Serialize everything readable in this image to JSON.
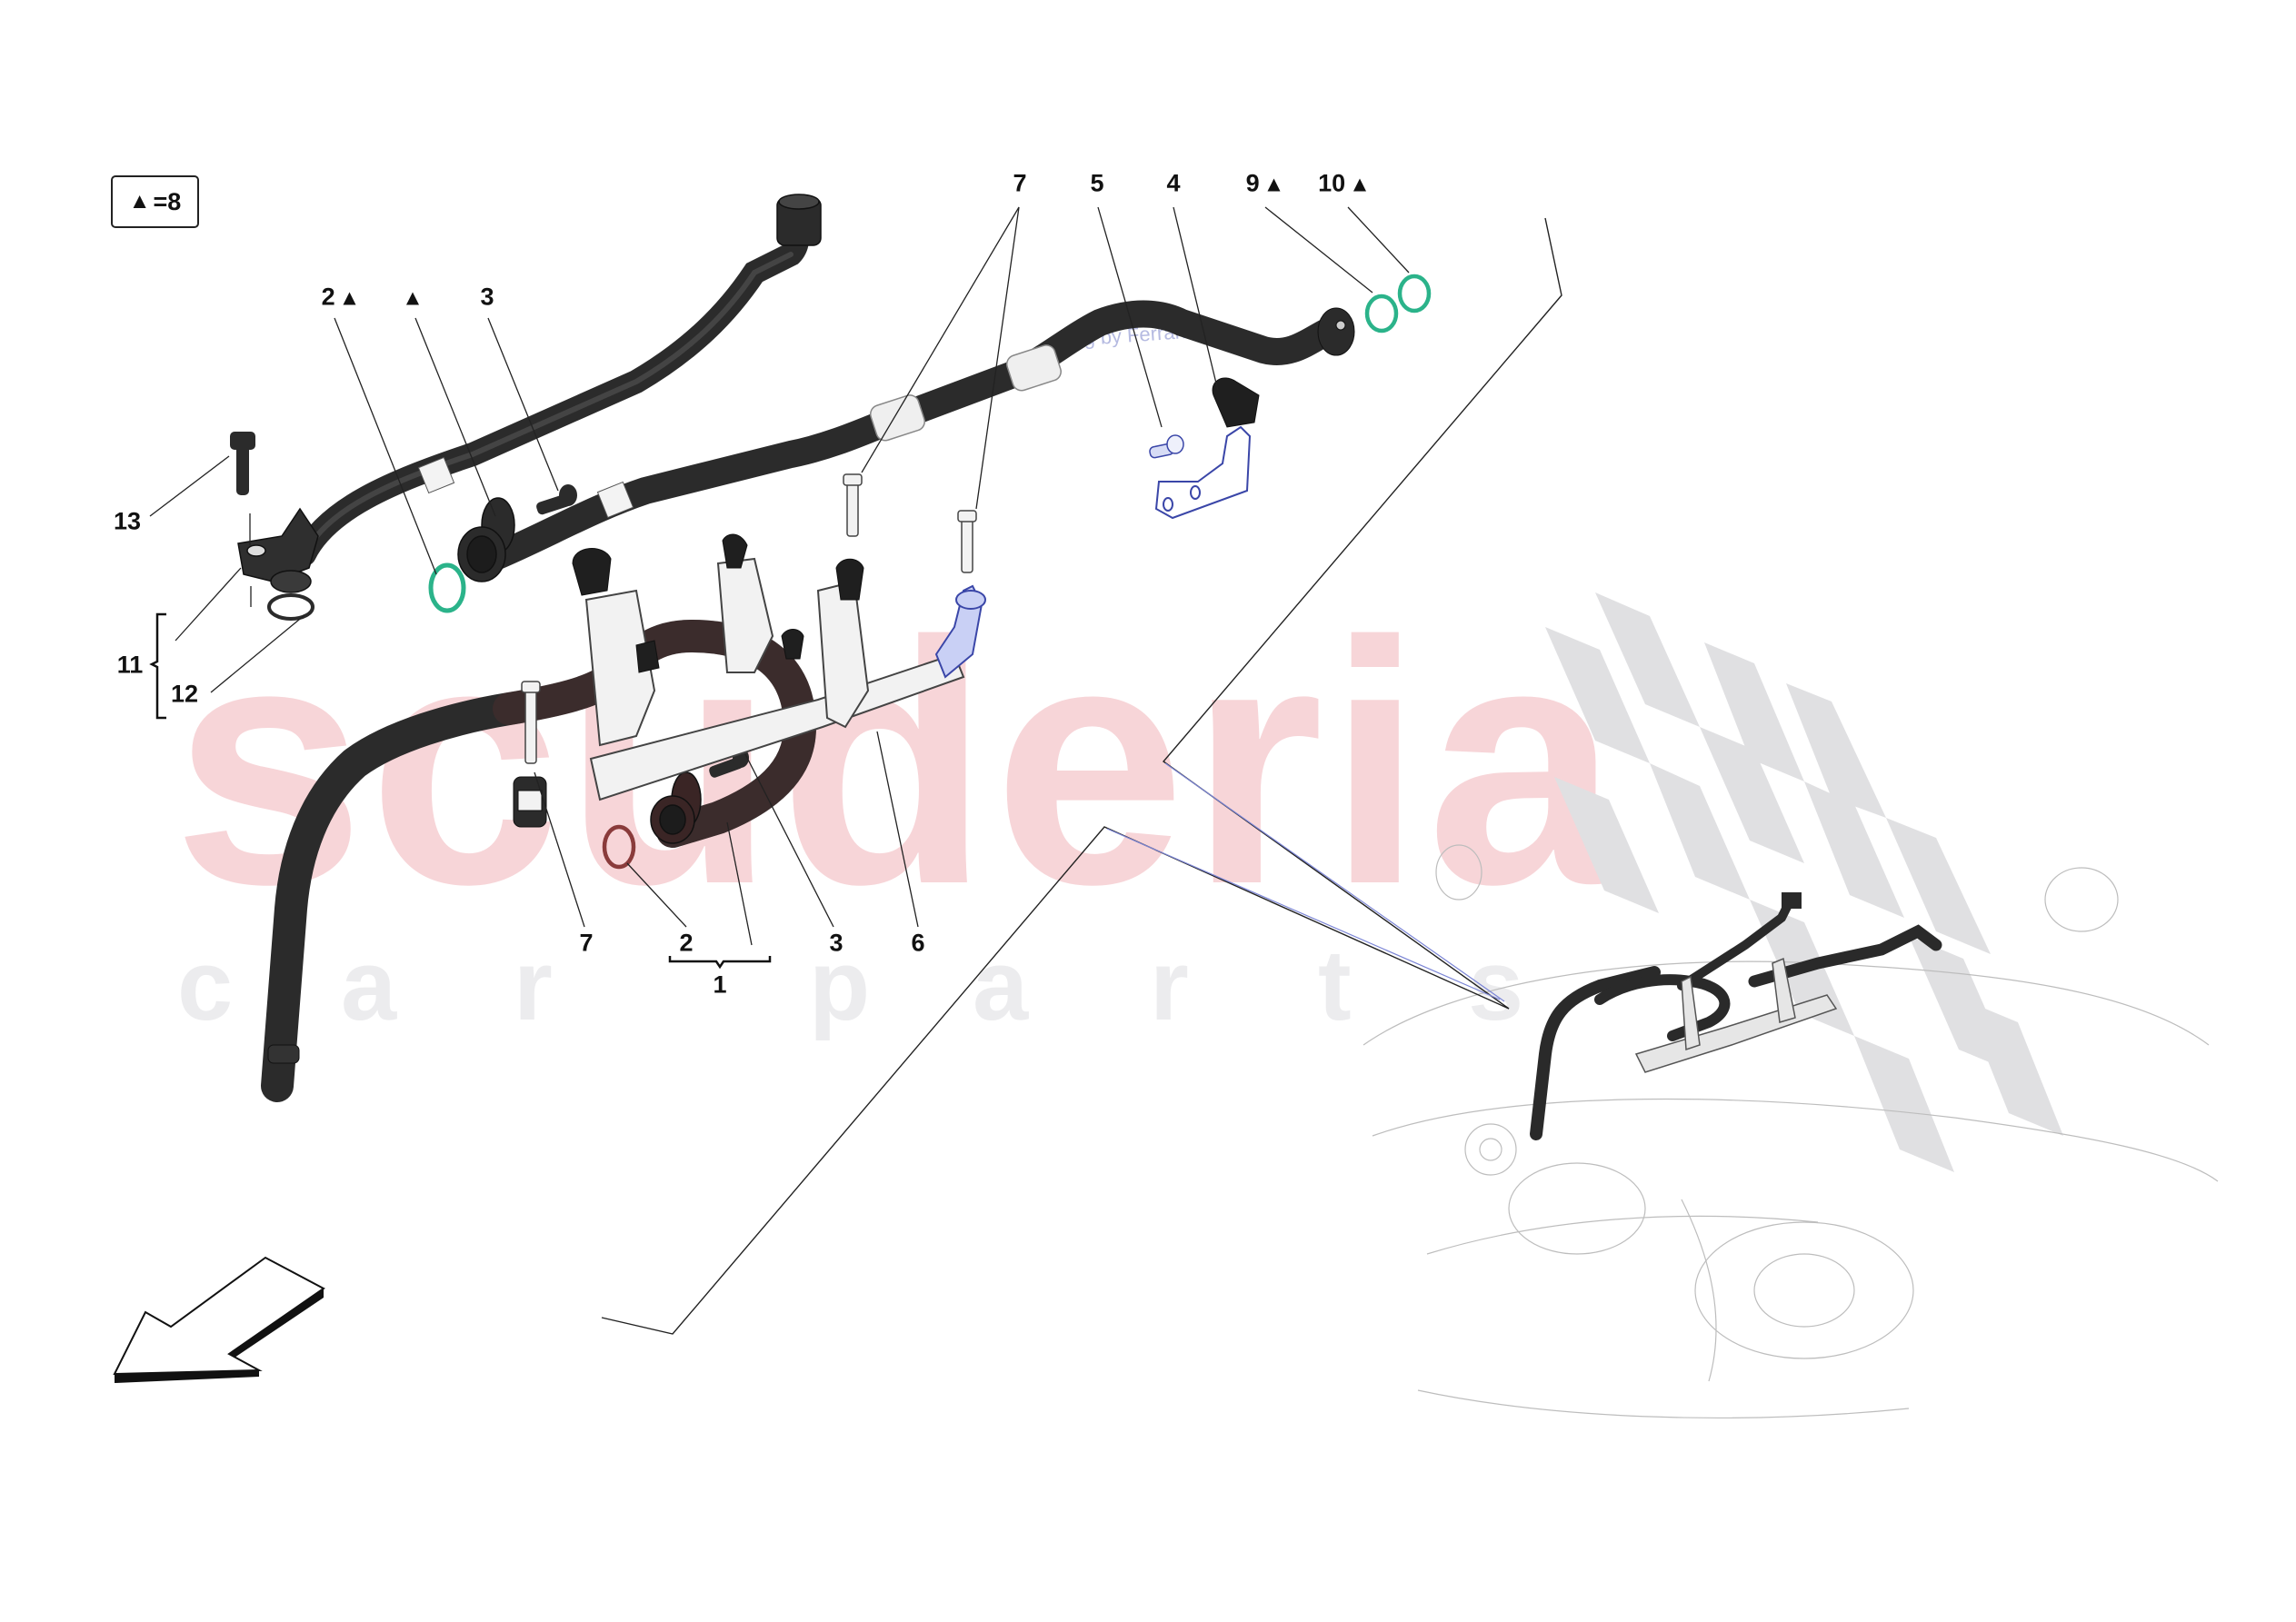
{
  "diagram": {
    "type": "exploded-parts-diagram",
    "subject": "Engine coolant / oil hose assembly with brackets",
    "legend": {
      "symbol": "▲",
      "equals": "=",
      "value": "8"
    },
    "watermark": {
      "main": "scuderia",
      "sub": [
        "c",
        "a",
        "r",
        "p",
        "a",
        "r",
        "t",
        "s"
      ],
      "faint_text": "ng by Ferrari S.p"
    },
    "colors": {
      "watermark_main": "#f7d5d8",
      "watermark_sub": "#ececee",
      "hose": "#2e2e2e",
      "o_ring_green": "#2bb38a",
      "o_ring_red": "#8a3b3b",
      "bracket": "#f2f2f2",
      "blue_highlight": "#8f9ee8",
      "checker": "#e0e0e2"
    },
    "callouts": [
      {
        "id": "c2a",
        "label": "2",
        "triangle": true
      },
      {
        "id": "ctri",
        "label": "",
        "triangle": true
      },
      {
        "id": "c3a",
        "label": "3",
        "triangle": false
      },
      {
        "id": "c13",
        "label": "13",
        "triangle": false
      },
      {
        "id": "c11",
        "label": "11",
        "triangle": false
      },
      {
        "id": "c12",
        "label": "12",
        "triangle": false
      },
      {
        "id": "c7a",
        "label": "7",
        "triangle": false
      },
      {
        "id": "c5",
        "label": "5",
        "triangle": false
      },
      {
        "id": "c4",
        "label": "4",
        "triangle": false
      },
      {
        "id": "c9",
        "label": "9",
        "triangle": true
      },
      {
        "id": "c10",
        "label": "10",
        "triangle": true
      },
      {
        "id": "c7b",
        "label": "7",
        "triangle": false
      },
      {
        "id": "c2b",
        "label": "2",
        "triangle": false
      },
      {
        "id": "c3b",
        "label": "3",
        "triangle": false
      },
      {
        "id": "c6",
        "label": "6",
        "triangle": false
      },
      {
        "id": "c1",
        "label": "1",
        "triangle": false
      }
    ],
    "groups": [
      {
        "label": "1",
        "members": [
          "2",
          "hose"
        ]
      },
      {
        "label": "11",
        "members": [
          "flange",
          "12"
        ]
      }
    ],
    "orientation_arrow": "front-left"
  }
}
